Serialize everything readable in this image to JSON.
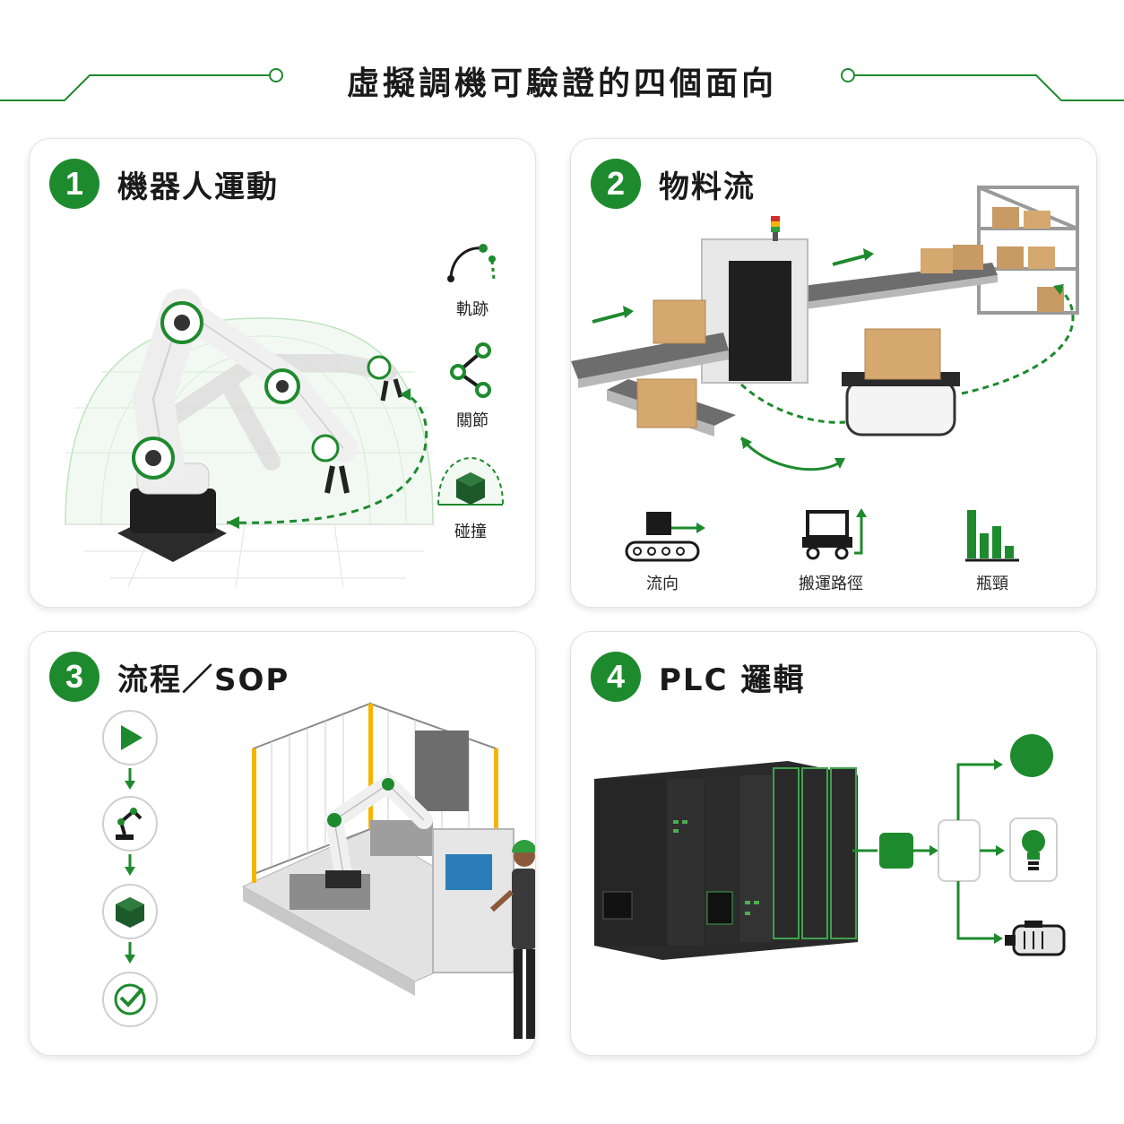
{
  "title": "虛擬調機可驗證的四個面向",
  "accent": "#1e8a2e",
  "cards": [
    {
      "number": "1",
      "title": "機器人運動",
      "aspects": [
        {
          "label": "軌跡",
          "icon": "trajectory-icon"
        },
        {
          "label": "關節",
          "icon": "joint-icon"
        },
        {
          "label": "碰撞",
          "icon": "collision-icon"
        }
      ]
    },
    {
      "number": "2",
      "title": "物料流",
      "aspects": [
        {
          "label": "流向",
          "icon": "flow-direction-icon"
        },
        {
          "label": "搬運路徑",
          "icon": "transport-path-icon"
        },
        {
          "label": "瓶頸",
          "icon": "bottleneck-icon"
        }
      ]
    },
    {
      "number": "3",
      "title": "流程／SOP",
      "steps": [
        {
          "icon": "play-icon"
        },
        {
          "icon": "robot-arm-icon"
        },
        {
          "icon": "box-icon"
        },
        {
          "icon": "check-icon"
        }
      ]
    },
    {
      "number": "4",
      "title": "PLC 邏輯",
      "outputs": [
        {
          "icon": "indicator-lamp-icon"
        },
        {
          "icon": "light-bulb-icon"
        },
        {
          "icon": "motor-icon"
        }
      ]
    }
  ]
}
